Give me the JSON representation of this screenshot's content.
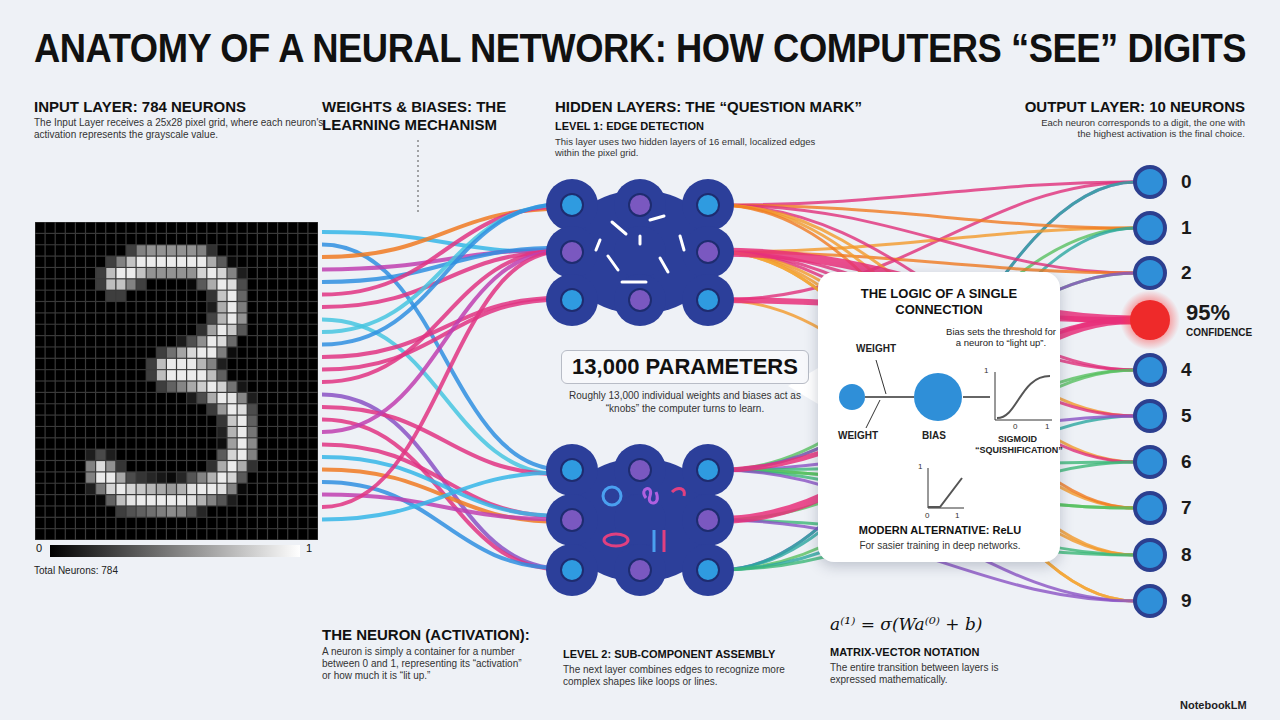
{
  "diagram": {
    "title": "ANATOMY OF A NEURAL NETWORK: HOW COMPUTERS “SEE” DIGITS",
    "nodes": [
      {
        "text": [
          "13,000 PARAMETERS",
          "Roughly 13,000 individual weights and biases act as “knobs” the computer turns to learn."
        ]
      },
      {
        "text": [
          "THE LOGIC OF A SINGLE CONNECTION"
        ]
      },
      {
        "text": [
          "0"
        ]
      },
      {
        "text": [
          "1"
        ]
      },
      {
        "text": [
          "2"
        ]
      },
      {
        "text": [
          "95%",
          "CONFIDENCE"
        ]
      },
      {
        "text": [
          "4"
        ]
      },
      {
        "text": [
          "5"
        ]
      },
      {
        "text": [
          "6"
        ]
      },
      {
        "text": [
          "7"
        ]
      },
      {
        "text": [
          "8"
        ]
      },
      {
        "text": [
          "9"
        ]
      }
    ],
    "labels": [
      "INPUT LAYER: 784 NEURONS",
      "The Input Layer receives a 25x28 pixel grid, where each neuron's activation represents the grayscale value.",
      "0",
      "1",
      "Total Neurons: 784",
      "WEIGHTS & BIASES: THE LEARNING MECHANISM",
      "HIDDEN LAYERS: THE “QUESTION MARK”",
      "LEVEL 1: EDGE DETECTION",
      "This layer uses two hidden layers of 16 emall, localized edges within the pixel grid.",
      "OUTPUT LAYER: 10 NEURONS",
      "Each neuron corresponds to a digit, the one with the highest activation is the final choice.",
      "WEIGHT",
      "Bias sets the threshold for a neuron to “light up”.",
      "1",
      "0",
      "1",
      "WEIGHT",
      "BIAS",
      "SIGMOID “SQUISHIFICATION”",
      "1",
      "0",
      "1",
      "MODERN ALTERNATIVE: ReLU",
      "For sasier training in deep networks.",
      "THE NEURON (ACTIVATION):",
      "A neuron is simply a container for a number between 0 and 1, representing its “activation” or how much it is “lit up.”",
      "LEVEL 2: SUB-COMPONENT ASSEMBLY",
      "The next layer combines edges to recognize more complex shapes like loops or lines.",
      "a⁽¹⁾ = σ(Wa⁽⁰⁾ + b)",
      "MATRIX-VECTOR NOTATION",
      "The entire transition between layers is expressed mathematically.",
      "NotebookLM"
    ]
  }
}
